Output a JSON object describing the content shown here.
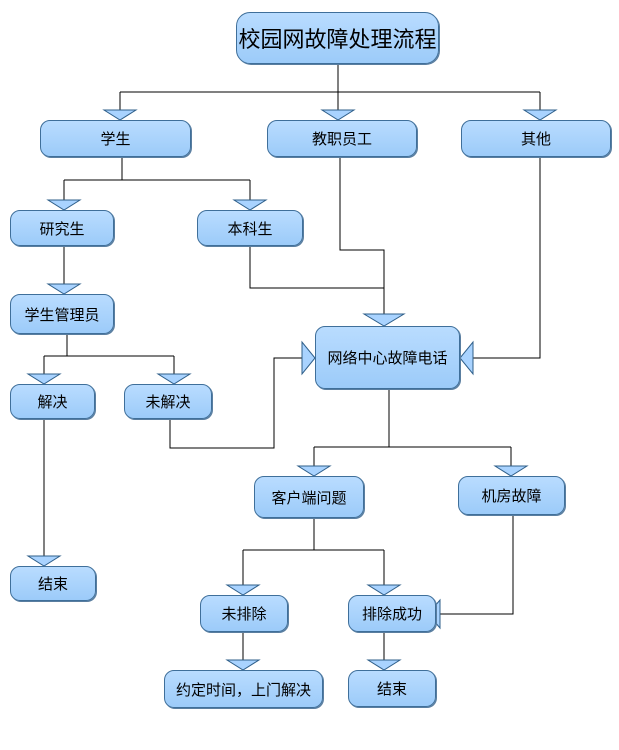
{
  "nodes": {
    "title": "校园网故障处理流程",
    "student": "学生",
    "staff": "教职员工",
    "other": "其他",
    "graduate": "研究生",
    "undergraduate": "本科生",
    "student_admin": "学生管理员",
    "center_phone": "网络中心故障电话",
    "solved": "解决",
    "unsolved": "未解决",
    "client_issue": "客户端问题",
    "machine_room": "机房故障",
    "end_left": "结束",
    "not_removed": "未排除",
    "removed_ok": "排除成功",
    "onsite": "约定时间，上门解决",
    "end_right": "结束"
  },
  "colors": {
    "node_fill": "#a9d3ff",
    "node_border": "#3f6f9a",
    "connector": "#000000"
  }
}
